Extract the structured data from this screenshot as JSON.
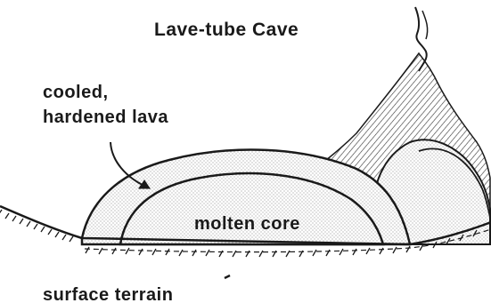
{
  "title": "Lave-tube Cave",
  "labels": {
    "cooled_line1": "cooled,",
    "cooled_line2": "hardened lava",
    "molten_core": "molten core",
    "surface_terrain": "surface terrain"
  },
  "colors": {
    "ink": "#1a1a1a",
    "stipple": "#bdbdbd",
    "background": "#ffffff"
  }
}
